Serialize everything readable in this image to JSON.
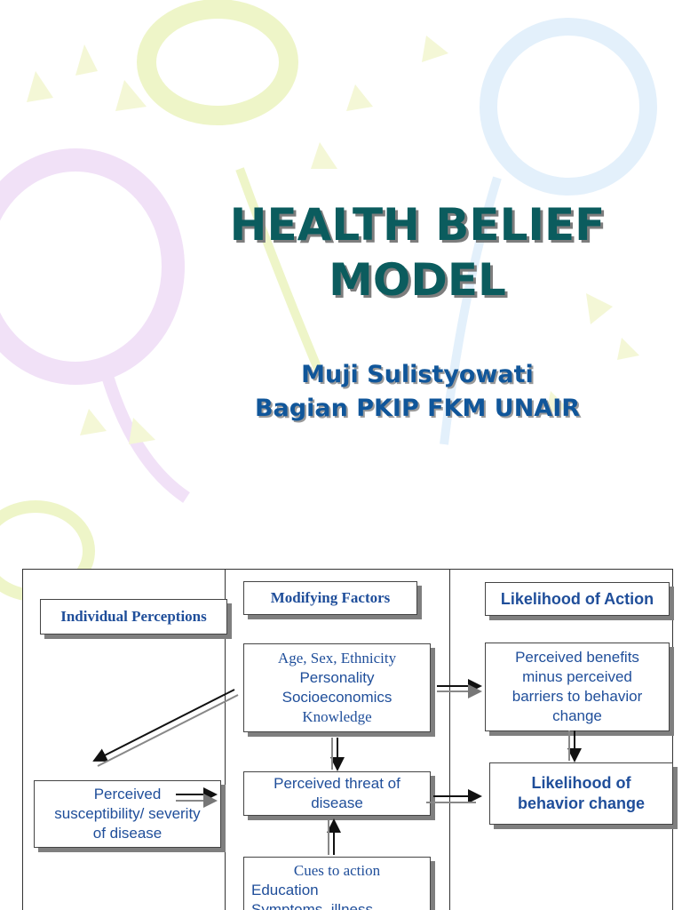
{
  "slide": {
    "title_line1": "HEALTH BELIEF",
    "title_line2": "MODEL",
    "author": "Muji Sulistyowati",
    "affiliation": "Bagian PKIP FKM UNAIR"
  },
  "diagram": {
    "headers": {
      "individual": "Individual Perceptions",
      "modifying": "Modifying Factors",
      "likelihood": "Likelihood of Action"
    },
    "modifying_factors": {
      "line1": "Age, Sex, Ethnicity",
      "line2": "Personality",
      "line3": "Socioeconomics",
      "line4": "Knowledge"
    },
    "perceived_susceptibility": {
      "line1": "Perceived",
      "line2": "susceptibility/ severity",
      "line3": "of disease"
    },
    "perceived_threat": {
      "line1": "Perceived threat of",
      "line2": "disease"
    },
    "perceived_benefits": {
      "line1": "Perceived benefits",
      "line2": "minus perceived",
      "line3": "barriers to behavior",
      "line4": "change"
    },
    "likelihood_behavior": {
      "line1": "Likelihood of",
      "line2": "behavior change"
    },
    "cues_to_action": {
      "line1": "Cues to action",
      "line2": "Education",
      "line3": "Symptoms, illness"
    }
  }
}
